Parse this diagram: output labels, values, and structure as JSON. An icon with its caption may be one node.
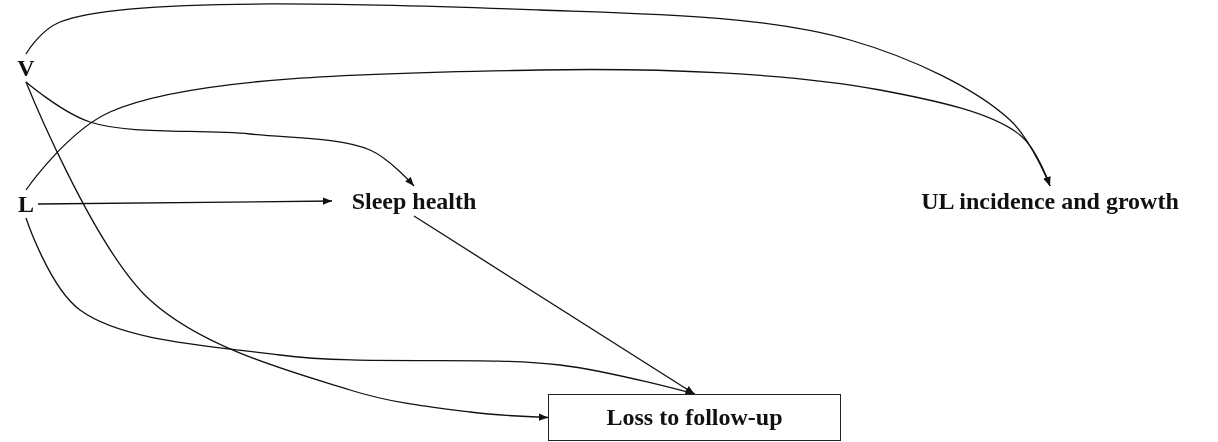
{
  "diagram": {
    "nodes": [
      {
        "text": [
          "V"
        ]
      },
      {
        "text": [
          "L"
        ]
      },
      {
        "text": [
          "Sleep health"
        ]
      },
      {
        "text": [
          "UL incidence and growth"
        ]
      },
      {
        "text": [
          "Loss to follow-up"
        ]
      }
    ],
    "edges": [
      {
        "from": 0,
        "to": 3,
        "arrow": "to"
      },
      {
        "from": 1,
        "to": 3,
        "arrow": "to"
      },
      {
        "from": 0,
        "to": 2,
        "arrow": "to"
      },
      {
        "from": 1,
        "to": 2,
        "arrow": "to"
      },
      {
        "from": 2,
        "to": 4,
        "arrow": "to"
      },
      {
        "from": 1,
        "to": 4,
        "arrow": "to"
      },
      {
        "from": 0,
        "to": 4,
        "arrow": "to"
      }
    ]
  }
}
